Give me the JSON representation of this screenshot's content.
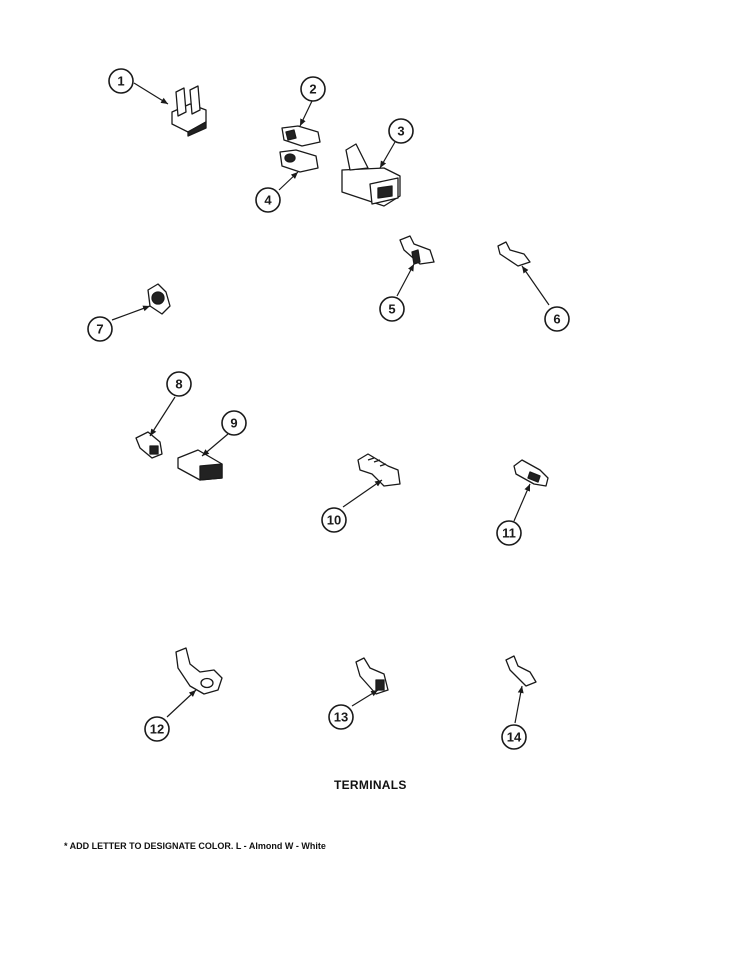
{
  "caption": "TERMINALS",
  "footnote": "* ADD LETTER TO DESIGNATE COLOR.  L - Almond  W - White",
  "callouts": [
    "1",
    "2",
    "3",
    "4",
    "5",
    "6",
    "7",
    "8",
    "9",
    "10",
    "11",
    "12",
    "13",
    "14"
  ]
}
